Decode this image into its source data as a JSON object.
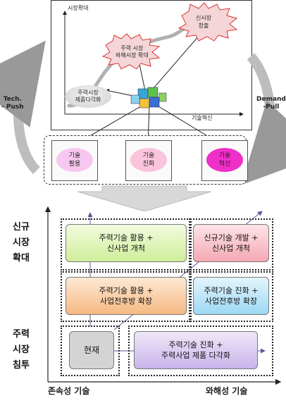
{
  "top_chart": {
    "y_axis_label": "시장확대",
    "x_axis_label": "기술혁신",
    "stage_low": "주력시장\n제품다각화",
    "stage_mid": "주력 시장\n와해시장 확대",
    "stage_high": "신시장\n창출"
  },
  "side_labels": {
    "left": "Tech.\n- Push",
    "right": "Demand\n-Pull"
  },
  "capabilities": [
    {
      "label": "기술\n활용",
      "color": "#f7c7f0"
    },
    {
      "label": "기술\n진화",
      "color": "#fac4dc"
    },
    {
      "label": "기술\n혁신",
      "color": "#f02ec8"
    }
  ],
  "matrix": {
    "y_label_top": "신규\n시장\n확대",
    "y_label_bottom": "주력\n시장\n침투",
    "x_label_left": "존속성 기술",
    "x_label_right": "와해성 기술",
    "cells": {
      "top_left": "주력기술 활용 +\n신사업 개척",
      "top_right": "신규기술 개발 +\n신사업 개척",
      "mid_left": "주력기술 활용 +\n사업전후방 확장",
      "mid_right": "주력기술 진화 +\n사업전후방 확장",
      "current": "현재",
      "bottom_right": "주력기술 진화 +\n주력사업 제품 다각화"
    }
  }
}
